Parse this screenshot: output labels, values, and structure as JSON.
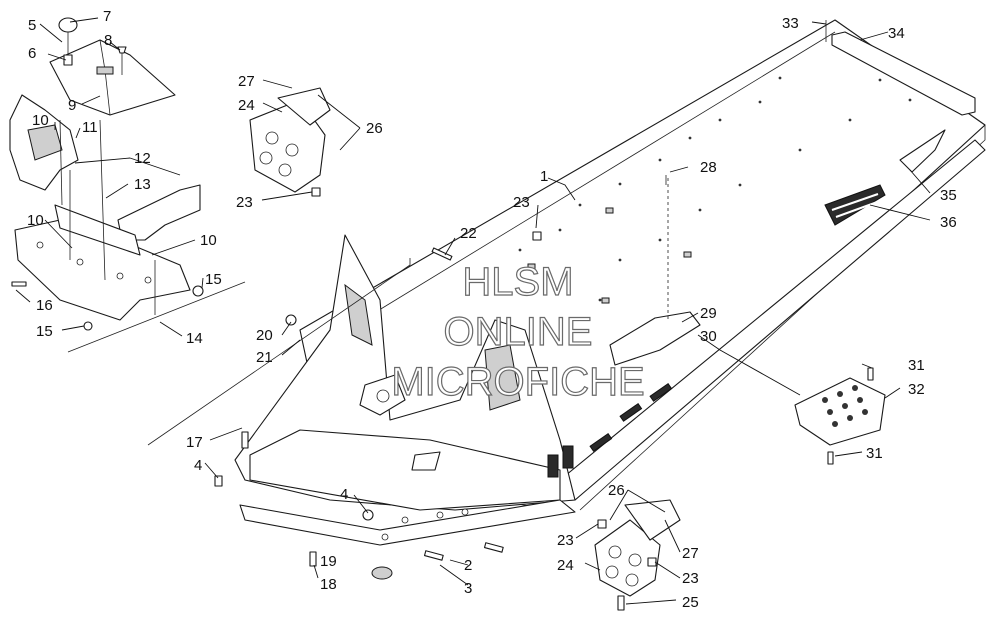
{
  "watermark": {
    "line1": "HLSM",
    "line2": "ONLINE",
    "line3": "MICROFICHE"
  },
  "callouts": {
    "c1": "1",
    "c2": "2",
    "c3": "3",
    "c4a": "4",
    "c4b": "4",
    "c5": "5",
    "c6": "6",
    "c7": "7",
    "c8": "8",
    "c9": "9",
    "c10a": "10",
    "c10b": "10",
    "c10c": "10",
    "c11": "11",
    "c12": "12",
    "c13": "13",
    "c14": "14",
    "c15a": "15",
    "c15b": "15",
    "c16": "16",
    "c17": "17",
    "c18": "18",
    "c19": "19",
    "c20": "20",
    "c21": "21",
    "c22": "22",
    "c23a": "23",
    "c23b": "23",
    "c23c": "23",
    "c23d": "23",
    "c24a": "24",
    "c24b": "24",
    "c25": "25",
    "c26a": "26",
    "c26b": "26",
    "c27a": "27",
    "c27b": "27",
    "c28": "28",
    "c29": "29",
    "c30": "30",
    "c31a": "31",
    "c31b": "31",
    "c32": "32",
    "c33": "33",
    "c34": "34",
    "c35": "35",
    "c36": "36"
  }
}
